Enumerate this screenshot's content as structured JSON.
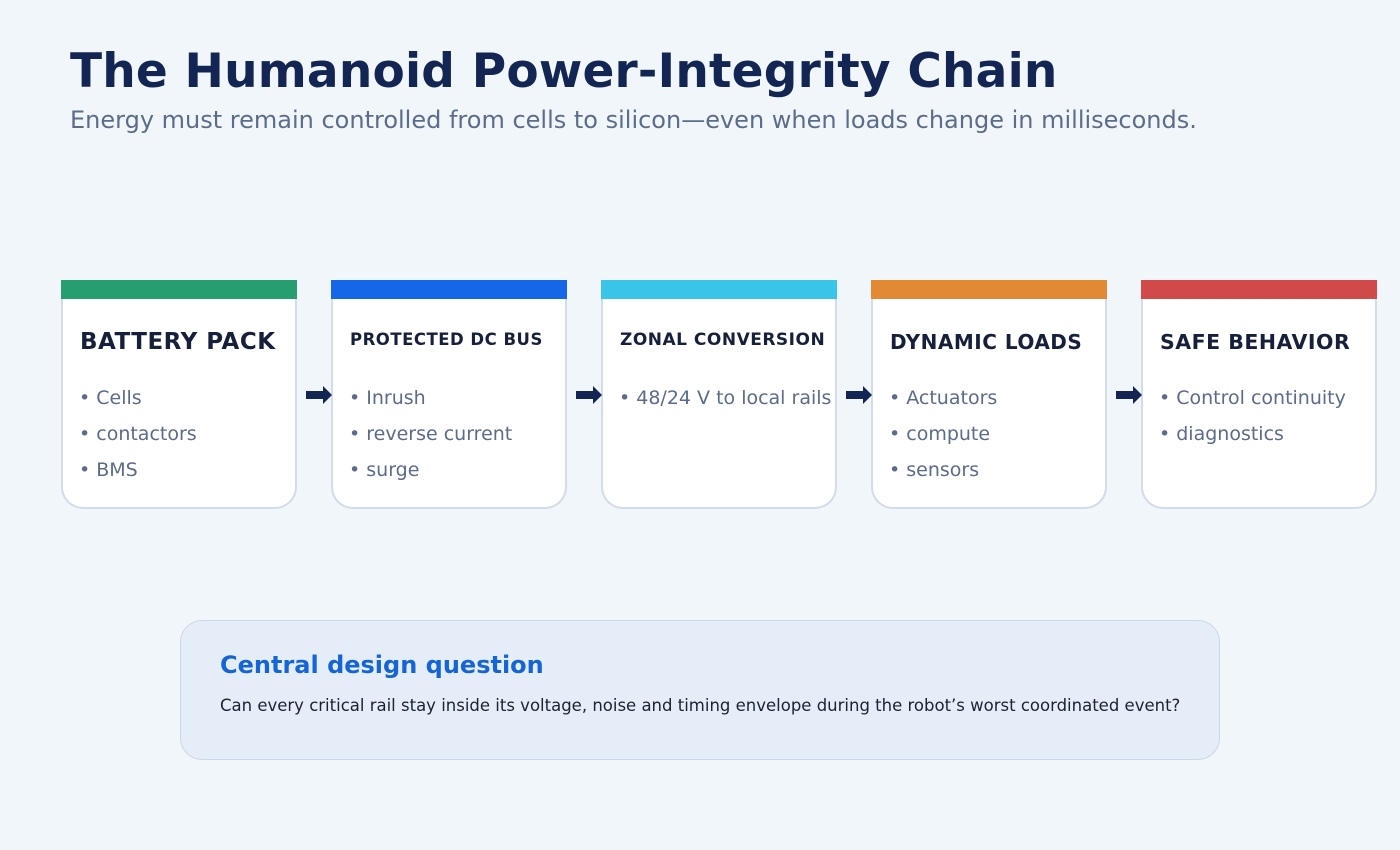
{
  "header": {
    "title": "The Humanoid Power-Integrity Chain",
    "subtitle": "Energy must remain controlled from cells to silicon—even when loads change in milliseconds."
  },
  "chain": [
    {
      "title": "BATTERY PACK",
      "color": "#279e6f",
      "items": [
        "• Cells",
        "• contactors",
        "• BMS"
      ]
    },
    {
      "title": "PROTECTED DC BUS",
      "color": "#1667e8",
      "items": [
        "• Inrush",
        "• reverse current",
        "• surge"
      ]
    },
    {
      "title": "ZONAL CONVERSION",
      "color": "#3ac4e7",
      "items": [
        "• 48/24 V to local rails"
      ]
    },
    {
      "title": "DYNAMIC LOADS",
      "color": "#e28a33",
      "items": [
        "• Actuators",
        "• compute",
        "• sensors"
      ]
    },
    {
      "title": "SAFE BEHAVIOR",
      "color": "#d04a4a",
      "items": [
        "• Control continuity",
        "• diagnostics"
      ]
    }
  ],
  "arrow_icon": "right-arrow-icon",
  "arrow_color": "#132552",
  "callout": {
    "title": "Central design question",
    "text": "Can every critical rail stay inside its voltage, noise and timing envelope during the robot’s worst coordinated event?"
  }
}
